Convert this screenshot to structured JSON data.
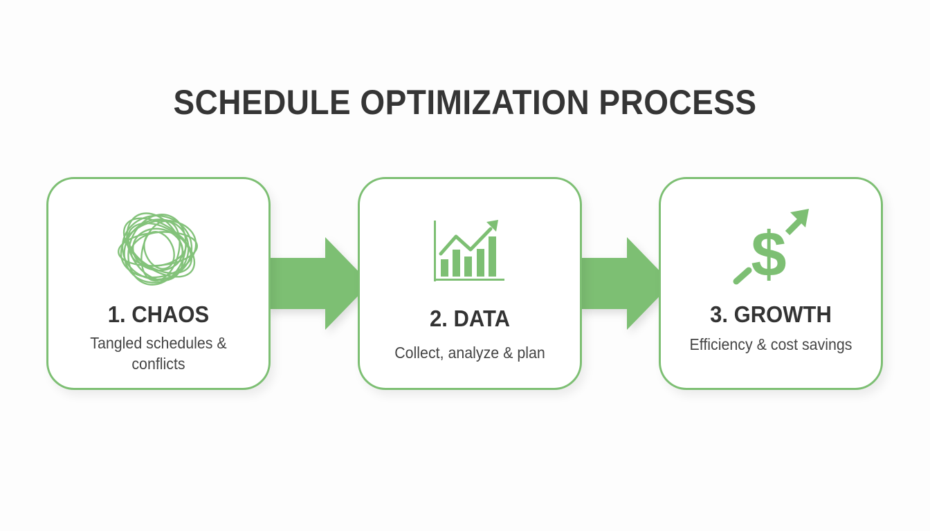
{
  "title": "SCHEDULE OPTIMIZATION PROCESS",
  "colors": {
    "accent_green": "#7dbf73",
    "text_dark": "#333333",
    "text_body": "#444444",
    "background": "#fdfdfd"
  },
  "steps": [
    {
      "number": "1",
      "title": "1. CHAOS",
      "description_lines": [
        "Tangled schedules &",
        "conflicts"
      ],
      "icon": "tangled-scribble-icon"
    },
    {
      "number": "2",
      "title": "2. DATA",
      "description_lines": [
        "Collect, analyze & plan"
      ],
      "icon": "bar-chart-trend-icon"
    },
    {
      "number": "3",
      "title": "3. GROWTH",
      "description_lines": [
        "Efficiency & cost savings"
      ],
      "icon": "dollar-growth-arrow-icon"
    }
  ],
  "connectors": [
    {
      "from": "1. CHAOS",
      "to": "2. DATA",
      "icon": "arrow-right-icon"
    },
    {
      "from": "2. DATA",
      "to": "3. GROWTH",
      "icon": "arrow-right-icon"
    }
  ]
}
